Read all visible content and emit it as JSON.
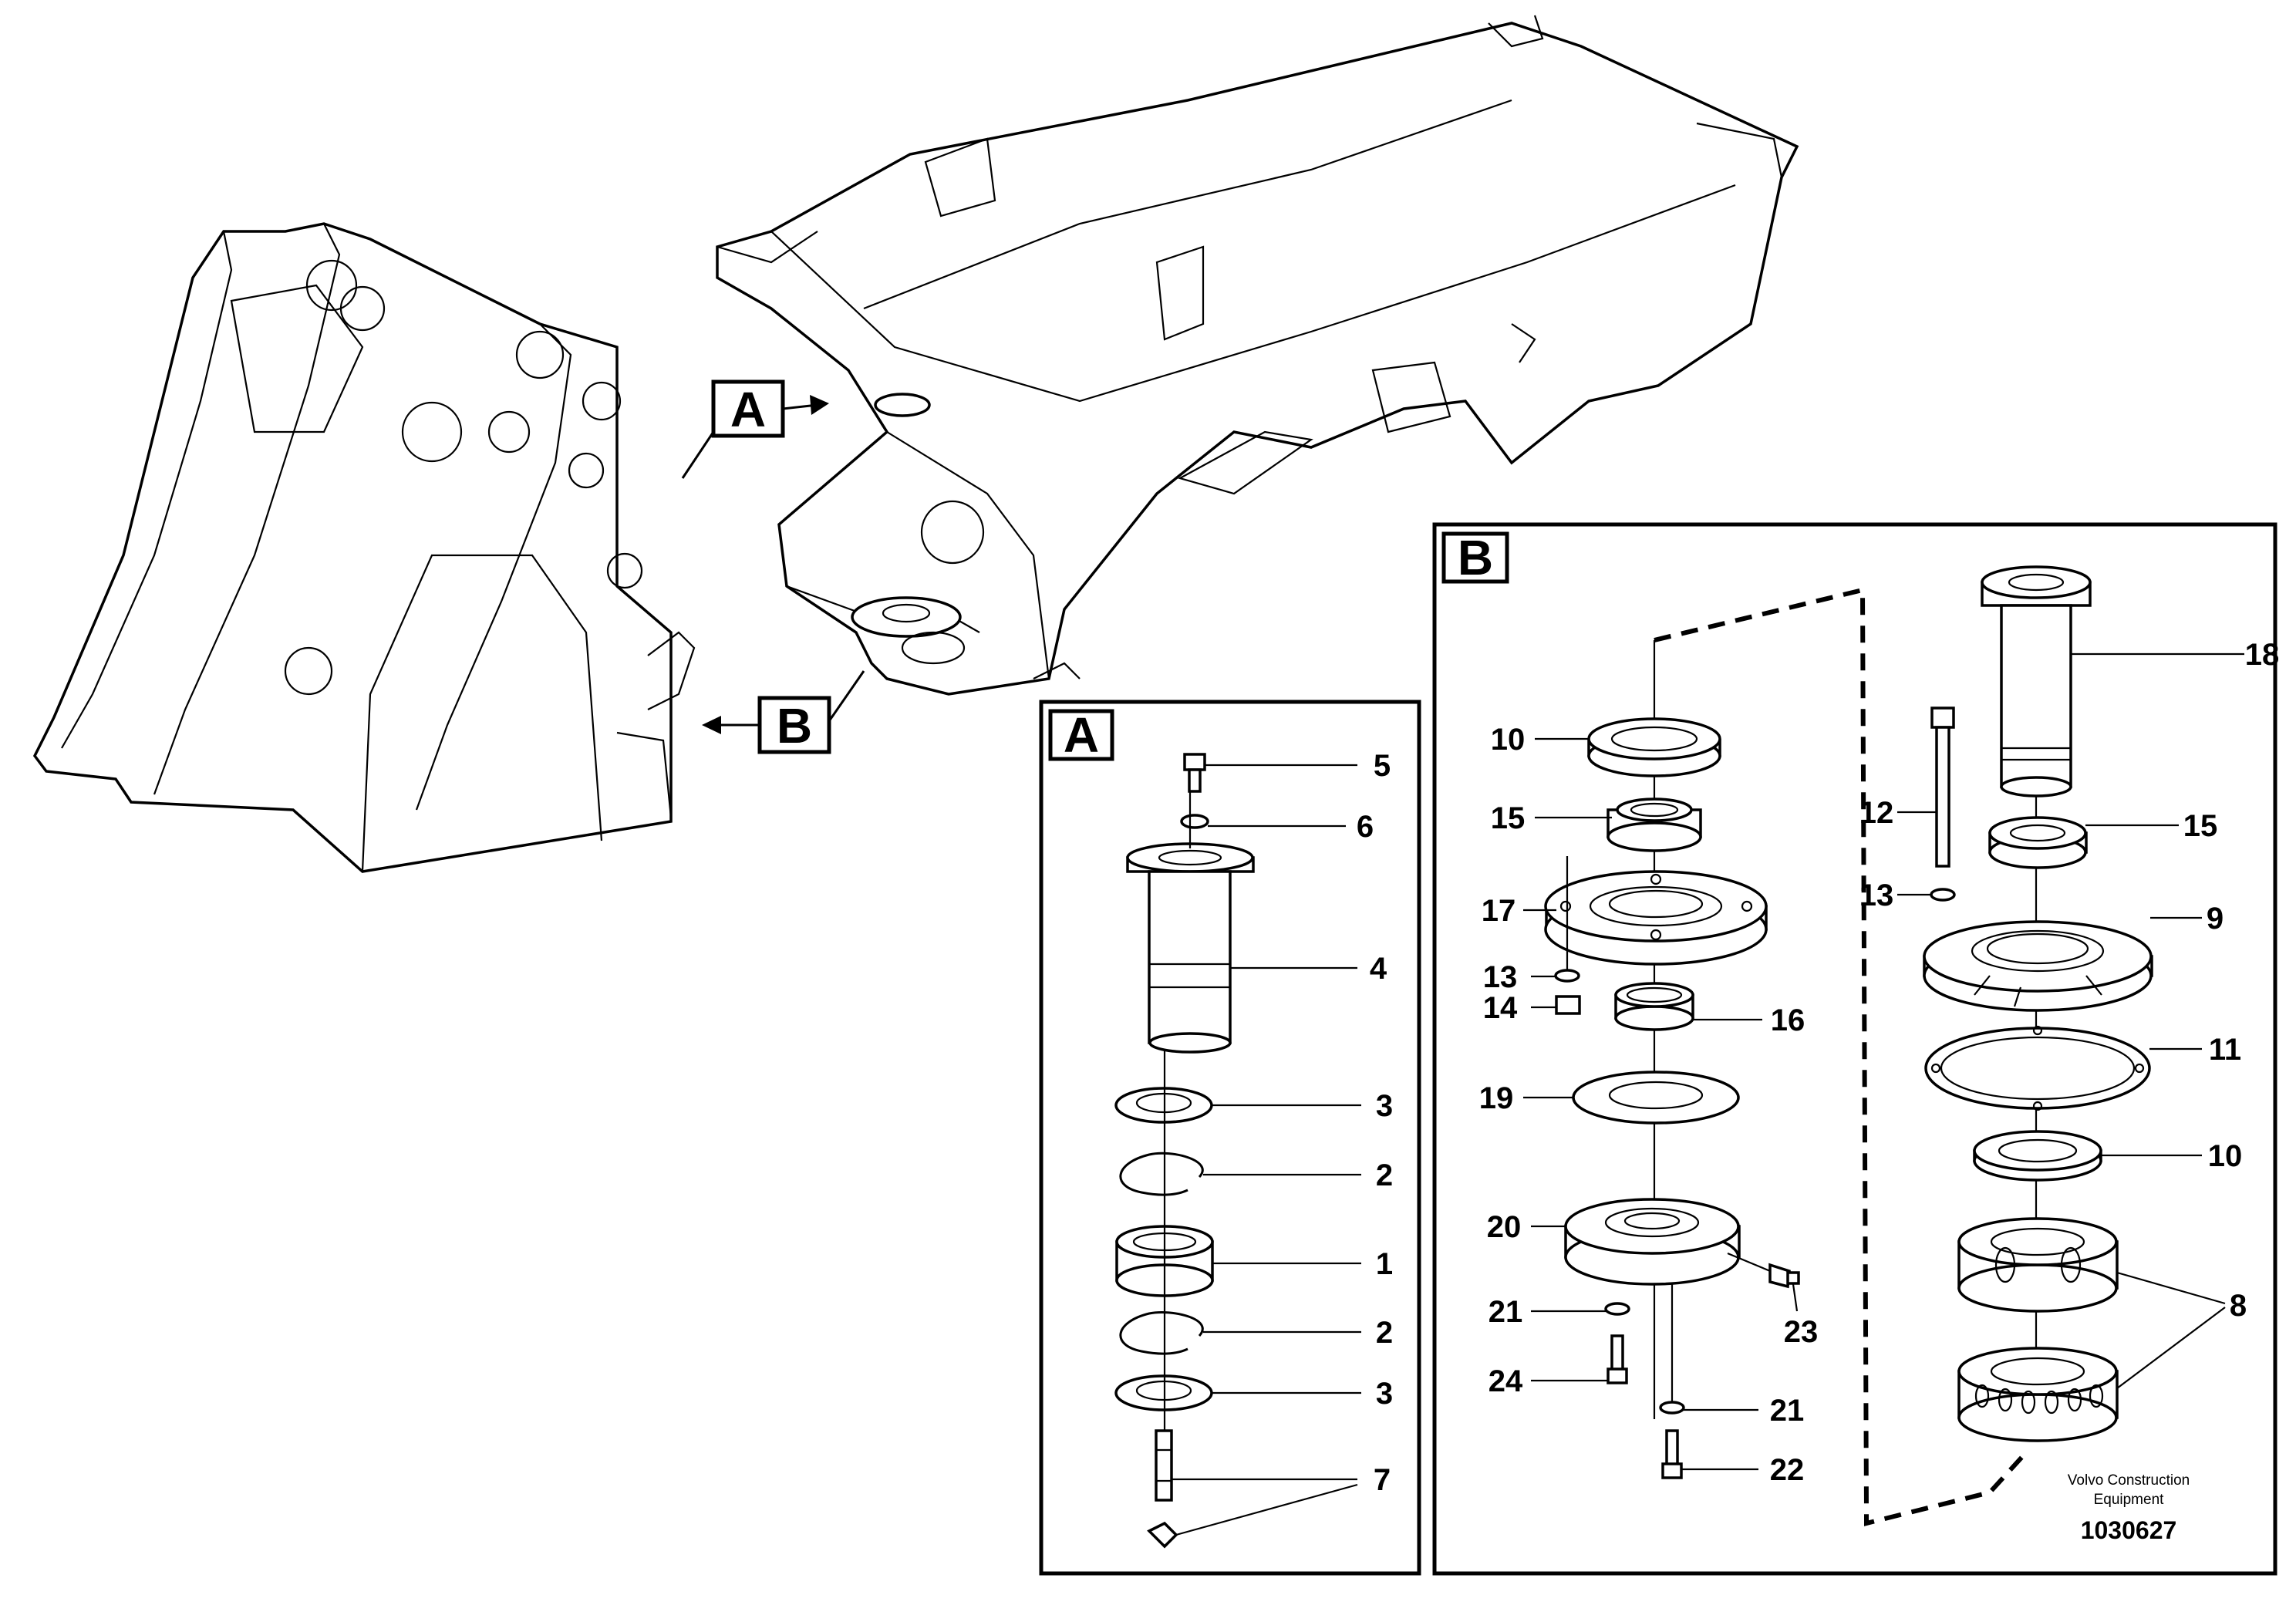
{
  "callouts": {
    "a": "A",
    "b": "B"
  },
  "panel_a": {
    "title": "A",
    "labels": {
      "n5": "5",
      "n6": "6",
      "n4": "4",
      "n3a": "3",
      "n2a": "2",
      "n1": "1",
      "n2b": "2",
      "n3b": "3",
      "n7": "7"
    }
  },
  "panel_b": {
    "title": "B",
    "labels": {
      "n10a": "10",
      "n15a": "15",
      "n17": "17",
      "n13a": "13",
      "n14": "14",
      "n16": "16",
      "n19": "19",
      "n20": "20",
      "n21a": "21",
      "n23": "23",
      "n24": "24",
      "n21b": "21",
      "n22": "22",
      "n18": "18",
      "n12": "12",
      "n15b": "15",
      "n13b": "13",
      "n9": "9",
      "n11": "11",
      "n10b": "10",
      "n8": "8"
    }
  },
  "footer": {
    "brand_line1": "Volvo Construction",
    "brand_line2": "Equipment",
    "doc_number": "1030627"
  }
}
